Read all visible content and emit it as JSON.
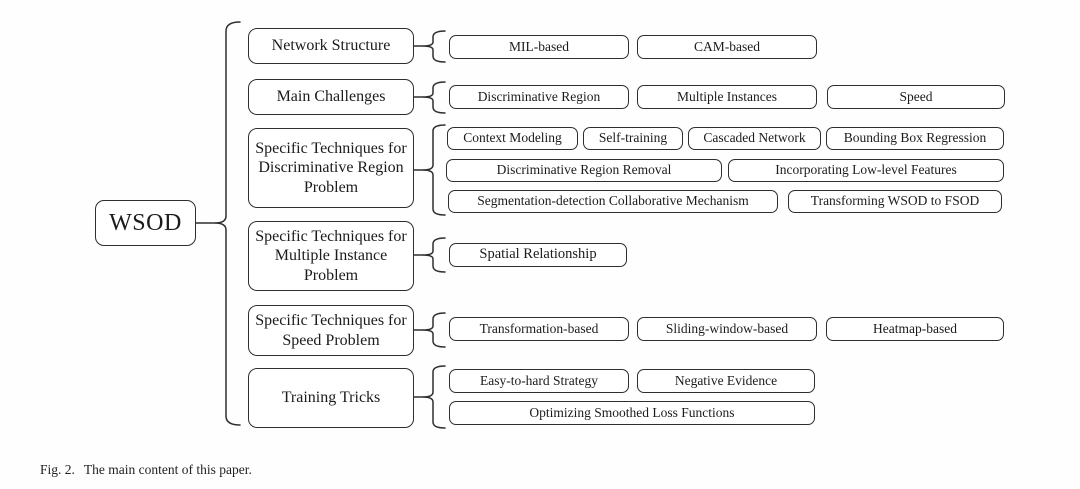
{
  "figure": {
    "root_label": "WSOD",
    "caption_label": "Fig. 2.",
    "caption_text": "The main content of this paper.",
    "line_color": "#2e2e2e",
    "groups": [
      {
        "label": "Network Structure",
        "children": [
          "MIL-based",
          "CAM-based"
        ]
      },
      {
        "label": "Main Challenges",
        "children": [
          "Discriminative Region",
          "Multiple Instances",
          "Speed"
        ]
      },
      {
        "label": "Specific Techniques for Discriminative Region Problem",
        "children": [
          "Context Modeling",
          "Self-training",
          "Cascaded Network",
          "Bounding Box Regression",
          "Discriminative Region Removal",
          "Incorporating Low-level Features",
          "Segmentation-detection Collaborative Mechanism",
          "Transforming WSOD to FSOD"
        ]
      },
      {
        "label": "Specific Techniques for Multiple Instance Problem",
        "children": [
          "Spatial Relationship"
        ]
      },
      {
        "label": "Specific Techniques for Speed Problem",
        "children": [
          "Transformation-based",
          "Sliding-window-based",
          "Heatmap-based"
        ]
      },
      {
        "label": "Training Tricks",
        "children": [
          "Easy-to-hard Strategy",
          "Negative Evidence",
          "Optimizing Smoothed Loss Functions"
        ]
      }
    ]
  }
}
